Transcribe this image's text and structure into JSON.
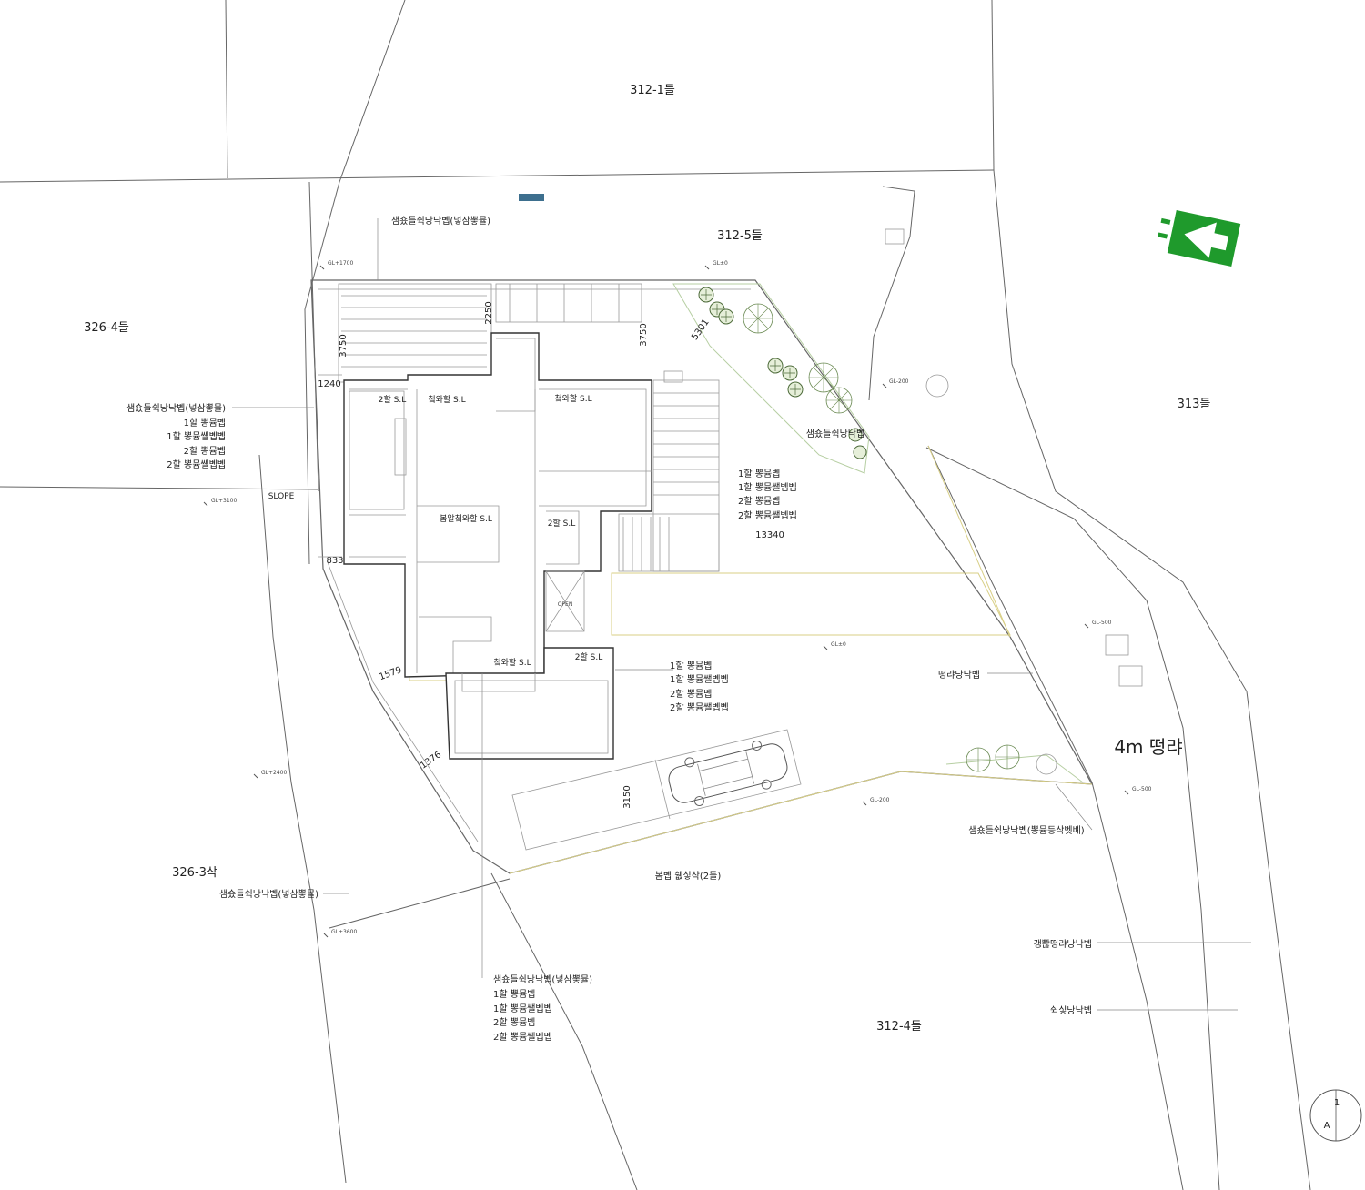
{
  "lots": {
    "north": "312-1들",
    "northeast": "312-5들",
    "west": "326-4들",
    "east": "313들",
    "southwest": "326-3삭",
    "south": "312-4들"
  },
  "road": {
    "label": "4m 떵랴"
  },
  "levels": {
    "gl_1700": "GL+1700",
    "gl_0_top": "GL±0",
    "gl_m200_ne": "GL-200",
    "gl_3100": "GL+3100",
    "gl_m500_e": "GL-500",
    "gl_0_mid": "GL±0",
    "gl_2400": "GL+2400",
    "gl_m200_s": "GL-200",
    "gl_m500_se": "GL-500",
    "gl_3600": "GL+3600"
  },
  "dimensions": {
    "d3750_left": "3750",
    "d2250": "2250",
    "d3750_right": "3750",
    "d5301": "5301",
    "d1240": "1240",
    "d833": "833",
    "d13340": "13340",
    "d1579": "1579",
    "d1376": "1376",
    "d3150": "3150"
  },
  "rooms": {
    "r_2f_sl_a": "2할 S.L",
    "r_sl_a": "첰와할 S.L",
    "r_sl_b": "첰와할 S.L",
    "r_center_sl": "봄알첰와할 S.L",
    "r_2f_sl_b": "2할 S.L",
    "r_open": "OPEN",
    "r_sl_c": "첰와할 S.L",
    "r_2f_sl_c": "2할 S.L",
    "slope": "SLOPE"
  },
  "notes": {
    "top_boundary": "샘숐들쉭낭낙볩(넣삼뽛뮬)",
    "west_block": [
      "샘숐들쉭낭낙볩(넣삼뽛뮬)",
      "1할 뽕뮴볩",
      "1할 뽕뮴쌜볩볩",
      "2할 뽕뮴볩",
      "2할 뽕뮴쌜볩볩"
    ],
    "garden": "샘숐들쉭낭낙볩",
    "east_block": [
      "1할 뽕뮴볩",
      "1할 뽕뮴쌜볩볩",
      "2할 뽕뮴볩",
      "2할 뽕뮴쌜볩볩"
    ],
    "mid_block": [
      "1할 뽕뮴볩",
      "1할 뽕뮴쌜볩볩",
      "2할 뽕뮴볩",
      "2할 뽕뮴쌜볩볩"
    ],
    "yard": "떵랴낭낙볩",
    "se_boundary": "샘숐들쉭낭낙볩(뽕뮴등삭벳볘)",
    "parking": "봄볩 쉢싷삭(2들)",
    "sw_boundary": "샘숐들쉭낭낙볩(넣삼뽛뮬)",
    "south_block": [
      "샘숐들쉭낭낙볩(넣삼뽛뮬)",
      "1할 뽕뮴볩",
      "1할 뽕뮴쌜볩볩",
      "2할 뽕뮴볩",
      "2할 뽕뮴쌜볩볩"
    ],
    "road_boundary": "갱뽢떵랴낭낙볩",
    "road_center": "쉭싷낭낙볩"
  },
  "section_marker": {
    "number": "1",
    "sheet": "A"
  },
  "colors": {
    "north_arrow": "#1f9a2c",
    "paving": "#d8cf86",
    "planting": "#b7cfa3",
    "marker": "#3d6f8e"
  },
  "icons": {
    "north_arrow": "north-arrow-icon",
    "car": "car-icon",
    "tree": "tree-icon"
  }
}
